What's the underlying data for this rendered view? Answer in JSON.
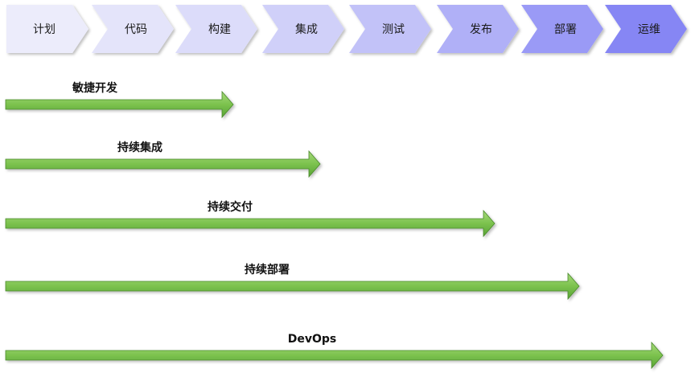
{
  "stages": [
    {
      "label": "计划",
      "color": "#ececfb"
    },
    {
      "label": "代码",
      "color": "#e4e4fa"
    },
    {
      "label": "构建",
      "color": "#dcdcfa"
    },
    {
      "label": "集成",
      "color": "#d0d0f9"
    },
    {
      "label": "测试",
      "color": "#c2c2f8"
    },
    {
      "label": "发布",
      "color": "#b0b0f7"
    },
    {
      "label": "部署",
      "color": "#9a9af6"
    },
    {
      "label": "运维",
      "color": "#8686f4"
    }
  ],
  "practices": [
    {
      "label": "敏捷开发",
      "extent": "构建"
    },
    {
      "label": "持续集成",
      "extent": "集成"
    },
    {
      "label": "持续交付",
      "extent": "发布"
    },
    {
      "label": "持续部署",
      "extent": "部署"
    },
    {
      "label": "DevOps",
      "extent": "运维"
    }
  ],
  "colors": {
    "arrow_top": "#a6d97a",
    "arrow_mid": "#7cc24e",
    "arrow_bottom": "#58a335",
    "arrow_edge": "#4a8a2c"
  }
}
